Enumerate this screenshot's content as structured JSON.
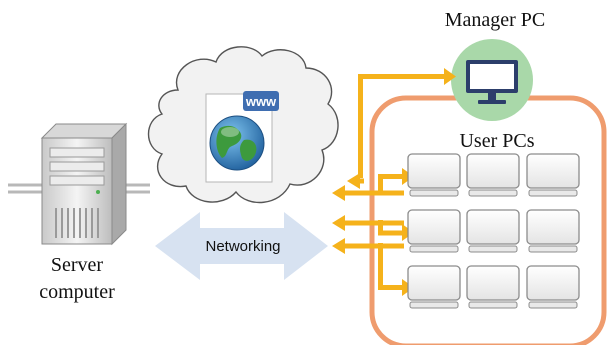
{
  "labels": {
    "manager_pc": "Manager PC",
    "user_pcs": "User PCs",
    "networking": "Networking",
    "server_line1": "Server",
    "server_line2": "computer",
    "www_badge": "www"
  },
  "colors": {
    "arrow": "#f5b21b",
    "user_group_border": "#ef9c6e",
    "manager_circle": "#a9d8a9",
    "network_arrow": "#d7e2f1",
    "cloud_fill": "#f2f2f2",
    "cloud_stroke": "#555555",
    "www_badge": "#3f6eb1",
    "pc_stroke": "#8c8c8c"
  },
  "user_pc_grid": {
    "rows": 3,
    "cols": 3
  },
  "icons": [
    "server-icon",
    "cloud-icon",
    "globe-icon",
    "www-document-icon",
    "monitor-icon",
    "user-pc-icon",
    "bidirectional-arrow-icon"
  ]
}
